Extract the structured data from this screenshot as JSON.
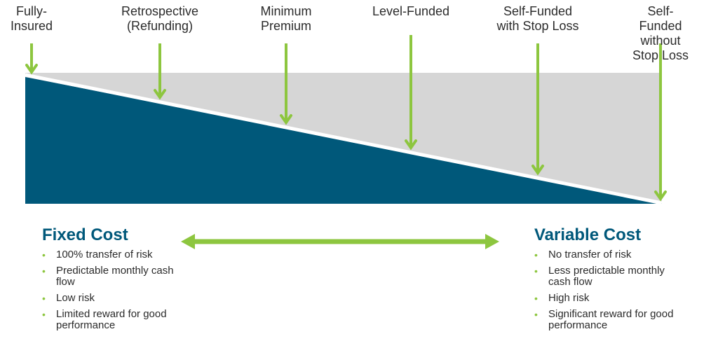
{
  "colors": {
    "accent_green": "#8dc63f",
    "dark_teal": "#00587a",
    "light_gray": "#d6d6d6"
  },
  "spectrum": {
    "labels": [
      "Fully-\nInsured",
      "Retrospective\n(Refunding)",
      "Minimum\nPremium",
      "Level-Funded",
      "Self-Funded\nwith Stop Loss",
      "Self-Funded\nwithout Stop Loss"
    ]
  },
  "fixed": {
    "title": "Fixed Cost",
    "points": [
      "100% transfer of risk",
      "Predictable monthly cash flow",
      "Low risk",
      "Limited reward for good performance"
    ]
  },
  "variable": {
    "title": "Variable Cost",
    "points": [
      "No transfer of risk",
      "Less predictable monthly cash flow",
      "High risk",
      "Significant reward for good performance"
    ]
  }
}
